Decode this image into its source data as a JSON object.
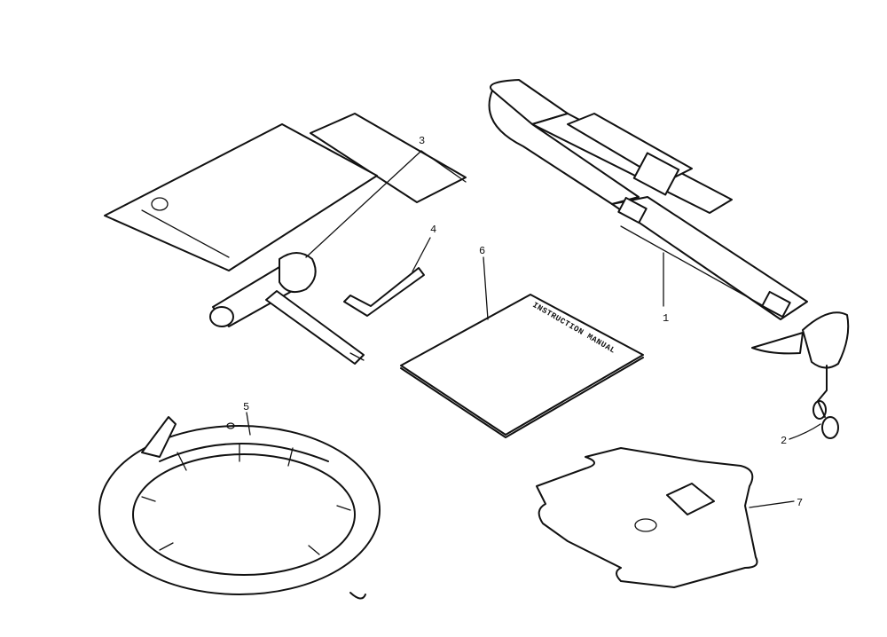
{
  "callouts": {
    "c1": "1",
    "c2": "2",
    "c3": "3",
    "c4": "4",
    "c5": "5",
    "c6": "6",
    "c7": "7"
  },
  "manual": {
    "cover_text": "INSTRUCTION MANUAL"
  },
  "colors": {
    "ink": "#111111",
    "paper": "#ffffff"
  }
}
